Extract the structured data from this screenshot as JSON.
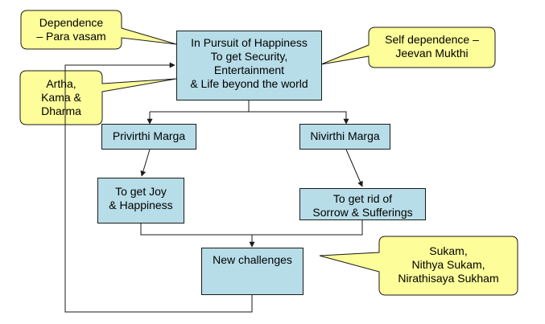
{
  "colors": {
    "box_fill": "#b7dde8",
    "callout_fill": "#fdfd9a",
    "stroke": "#1a1a1a"
  },
  "nodes": {
    "pursuit": {
      "lines": [
        "In Pursuit of Happiness",
        "To get Security,",
        "Entertainment",
        "& Life beyond the world"
      ]
    },
    "privirthi": {
      "label": "Privirthi Marga"
    },
    "nivirthi": {
      "label": "Nivirthi Marga"
    },
    "joy": {
      "lines": [
        "To get Joy",
        "& Happiness"
      ]
    },
    "rid": {
      "lines": [
        "To get rid of",
        "Sorrow & Sufferings"
      ]
    },
    "challenges": {
      "label": "New challenges"
    }
  },
  "callouts": {
    "dependence": {
      "lines": [
        "Dependence",
        "– Para vasam"
      ]
    },
    "self_dependence": {
      "lines": [
        "Self dependence –",
        "Jeevan Mukthi"
      ]
    },
    "artha": {
      "lines": [
        "Artha,",
        "Kama &",
        "Dharma"
      ]
    },
    "sukam": {
      "lines": [
        "Sukam,",
        "Nithya Sukam,",
        "Nirathisaya Sukham"
      ]
    }
  }
}
